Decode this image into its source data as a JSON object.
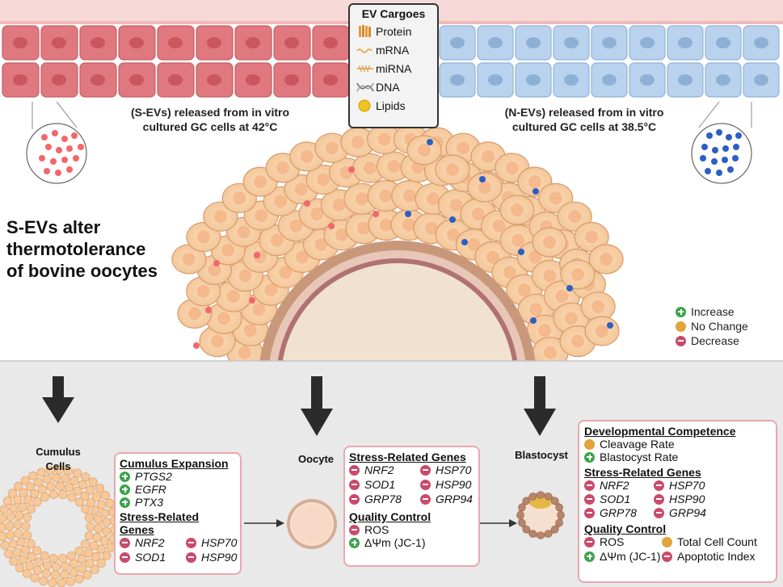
{
  "cargoes": {
    "title": "EV Cargoes",
    "items": [
      {
        "icon": "protein-icon",
        "label": "Protein"
      },
      {
        "icon": "mrna-icon",
        "label": "mRNA"
      },
      {
        "icon": "mirna-icon",
        "label": "miRNA"
      },
      {
        "icon": "dna-icon",
        "label": "DNA"
      },
      {
        "icon": "lipid-icon",
        "label": "Lipids"
      }
    ]
  },
  "s_ev_caption": [
    "(S-EVs) released from in vitro",
    "cultured GC cells at 42°C"
  ],
  "n_ev_caption": [
    "(N-EVs) released from in vitro",
    "cultured GC cells at 38.5°C"
  ],
  "headline": [
    "S-EVs alter",
    "thermotolerance",
    "of bovine oocytes"
  ],
  "legend": {
    "increase": "Increase",
    "no_change": "No Change",
    "decrease": "Decrease"
  },
  "colors": {
    "s_cell": "#e0797f",
    "n_cell": "#b9d3ee",
    "s_ev": "#f2676b",
    "n_ev": "#2b5fc4",
    "increase": "#3ca34a",
    "no_change": "#e0a43a",
    "decrease": "#c94a6a"
  },
  "cumulus": {
    "label": [
      "Cumulus",
      "Cells"
    ],
    "expansion_title": "Cumulus Expansion",
    "expansion": [
      {
        "effect": "increase",
        "gene": "PTGS2"
      },
      {
        "effect": "increase",
        "gene": "EGFR"
      },
      {
        "effect": "increase",
        "gene": "PTX3"
      }
    ],
    "stress_title": "Stress-Related Genes",
    "stress": [
      {
        "effect": "decrease",
        "gene": "NRF2"
      },
      {
        "effect": "decrease",
        "gene": "HSP70"
      },
      {
        "effect": "decrease",
        "gene": "SOD1"
      },
      {
        "effect": "decrease",
        "gene": "HSP90"
      }
    ]
  },
  "oocyte": {
    "label": "Oocyte",
    "stress_title": "Stress-Related Genes",
    "stress": [
      {
        "effect": "decrease",
        "gene": "NRF2"
      },
      {
        "effect": "decrease",
        "gene": "HSP70"
      },
      {
        "effect": "decrease",
        "gene": "SOD1"
      },
      {
        "effect": "decrease",
        "gene": "HSP90"
      },
      {
        "effect": "decrease",
        "gene": "GRP78"
      },
      {
        "effect": "decrease",
        "gene": "GRP94"
      }
    ],
    "qc_title": "Quality Control",
    "qc": [
      {
        "effect": "decrease",
        "label": "ROS"
      },
      {
        "effect": "increase",
        "label": "ΔΨm (JC-1)"
      }
    ]
  },
  "blastocyst": {
    "label": "Blastocyst",
    "dev_title": "Developmental Competence",
    "dev": [
      {
        "effect": "no_change",
        "label": "Cleavage Rate"
      },
      {
        "effect": "increase",
        "label": "Blastocyst Rate"
      }
    ],
    "stress_title": "Stress-Related Genes",
    "stress": [
      {
        "effect": "decrease",
        "gene": "NRF2"
      },
      {
        "effect": "decrease",
        "gene": "HSP70"
      },
      {
        "effect": "decrease",
        "gene": "SOD1"
      },
      {
        "effect": "decrease",
        "gene": "HSP90"
      },
      {
        "effect": "decrease",
        "gene": "GRP78"
      },
      {
        "effect": "decrease",
        "gene": "GRP94"
      }
    ],
    "qc_title": "Quality Control",
    "qc": [
      {
        "effect": "decrease",
        "label": "ROS"
      },
      {
        "effect": "no_change",
        "label": "Total Cell Count"
      },
      {
        "effect": "increase",
        "label": "ΔΨm (JC-1)"
      },
      {
        "effect": "decrease",
        "label": "Apoptotic Index"
      }
    ]
  }
}
